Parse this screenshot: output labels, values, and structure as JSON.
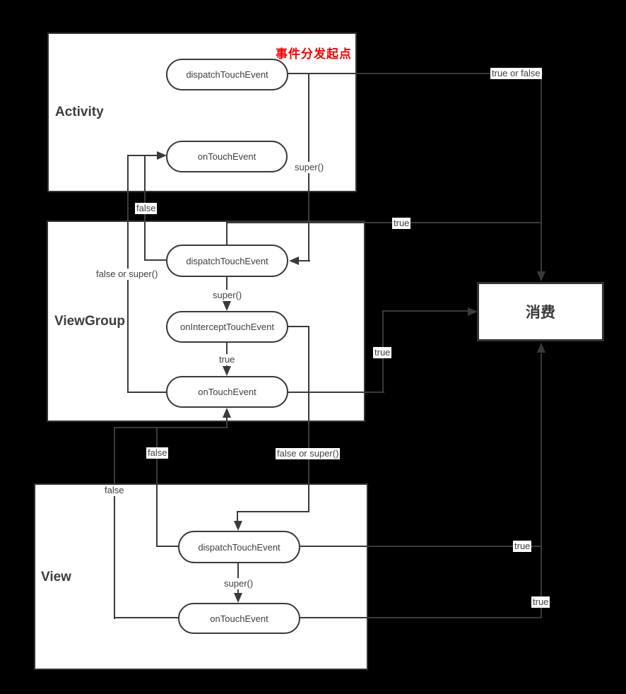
{
  "containers": {
    "activity": "Activity",
    "viewgroup": "ViewGroup",
    "view": "View",
    "consume": "消费"
  },
  "annotation": {
    "dispatch_start": "事件分发起点"
  },
  "nodes": {
    "activity_dispatch": "dispatchTouchEvent",
    "activity_ontouch": "onTouchEvent",
    "viewgroup_dispatch": "dispatchTouchEvent",
    "viewgroup_onintercept": "onInterceptTouchEvent",
    "viewgroup_ontouch": "onTouchEvent",
    "view_dispatch": "dispatchTouchEvent",
    "view_ontouch": "onTouchEvent"
  },
  "edges": {
    "true_or_false": "true or false",
    "super_activity": "super()",
    "false_to_activity_ontouch": "false",
    "true_from_vg_dispatch": "true",
    "false_or_super_to_activity": "false or super()",
    "super_vg": "super()",
    "true_to_vg_ontouch": "true",
    "true_from_vg_ontouch": "true",
    "false_from_view_dispatch": "false",
    "false_or_super_to_view": "false or super()",
    "false_from_view_ontouch": "false",
    "super_view": "super()",
    "true_from_view_dispatch": "true",
    "true_from_view_ontouch": "true"
  },
  "colors": {
    "background": "#000000",
    "box_fill": "#ffffff",
    "line": "#3a3a3a",
    "text": "#3f3f3f",
    "annotation_red": "#fa0000"
  }
}
